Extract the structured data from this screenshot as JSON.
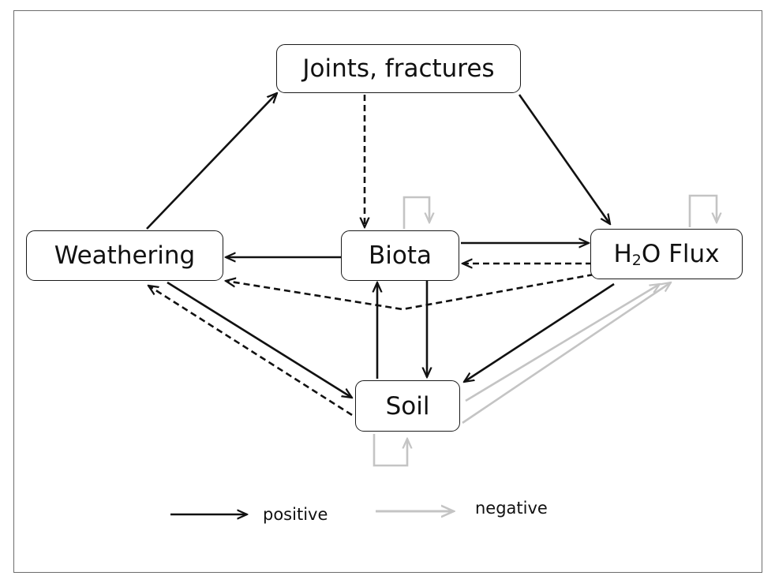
{
  "nodes": {
    "joints": {
      "label": "Joints, fractures"
    },
    "weathering": {
      "label": "Weathering"
    },
    "biota": {
      "label": "Biota"
    },
    "h2o": {
      "label_prefix": "H",
      "label_subscript": "2",
      "label_suffix": "O Flux"
    },
    "soil": {
      "label": "Soil"
    }
  },
  "legend": {
    "positive": "positive",
    "negative": "negative"
  },
  "colors": {
    "positive": "#111111",
    "negative": "#c4c4c4"
  }
}
